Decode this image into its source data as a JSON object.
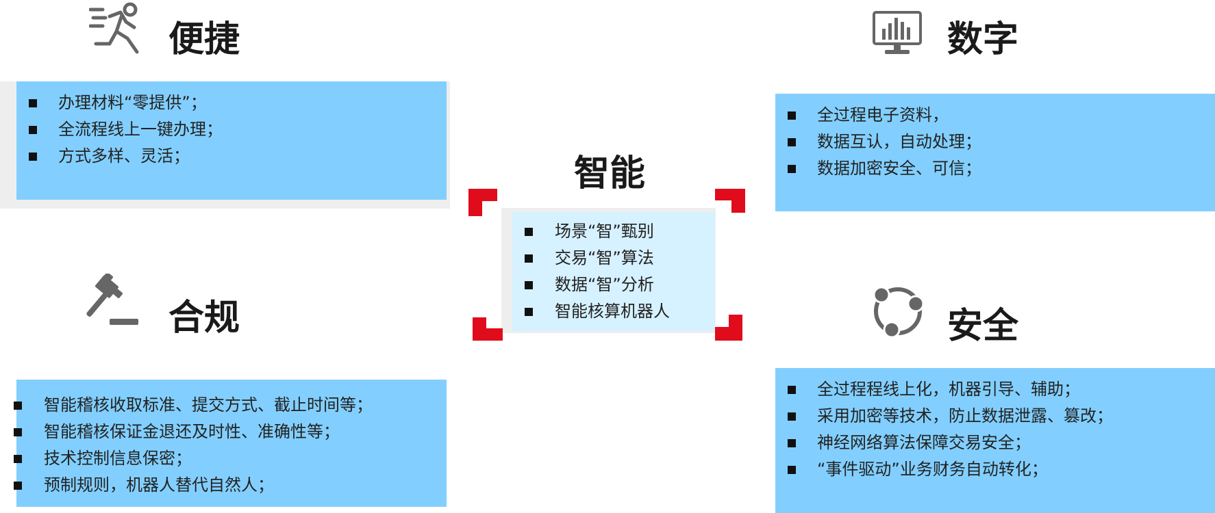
{
  "colors": {
    "box_blue": "#82cfff",
    "center_box": "#d6f1ff",
    "shadow_gray": "#eeeeee",
    "corner_red": "#e00c1c",
    "icon_gray": "#666666"
  },
  "sections": {
    "convenient": {
      "title": "便捷",
      "icon": "running-person-icon",
      "items": [
        "办理材料“零提供”；",
        "全流程线上一键办理；",
        "方式多样、灵活；"
      ]
    },
    "digital": {
      "title": "数字",
      "icon": "monitor-chart-icon",
      "items": [
        "全过程电子资料，",
        "数据互认，自动处理；",
        "数据加密安全、可信；"
      ]
    },
    "smart": {
      "title": "智能",
      "items": [
        "场景“智”甄别",
        "交易“智”算法",
        "数据“智”分析",
        "智能核算机器人"
      ]
    },
    "compliance": {
      "title": "合规",
      "icon": "gavel-icon",
      "items": [
        "智能稽核收取标准、提交方式、截止时间等；",
        "智能稽核保证金退还及时性、准确性等；",
        "技术控制信息保密；",
        "预制规则，机器人替代自然人；"
      ]
    },
    "security": {
      "title": "安全",
      "icon": "cycle-nodes-icon",
      "items": [
        "全过程程线上化，机器引导、辅助；",
        "采用加密等技术，防止数据泄露、篡改；",
        "神经网络算法保障交易安全；",
        "“事件驱动”业务财务自动转化；"
      ]
    }
  }
}
